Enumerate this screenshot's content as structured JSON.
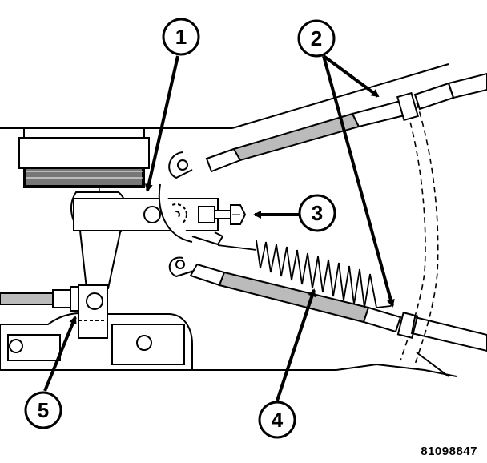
{
  "figure": {
    "id": "81098847"
  },
  "callouts": [
    {
      "number": "1"
    },
    {
      "number": "2"
    },
    {
      "number": "3"
    },
    {
      "number": "4"
    },
    {
      "number": "5"
    }
  ],
  "colors": {
    "line": "#000000",
    "background": "#ffffff"
  }
}
